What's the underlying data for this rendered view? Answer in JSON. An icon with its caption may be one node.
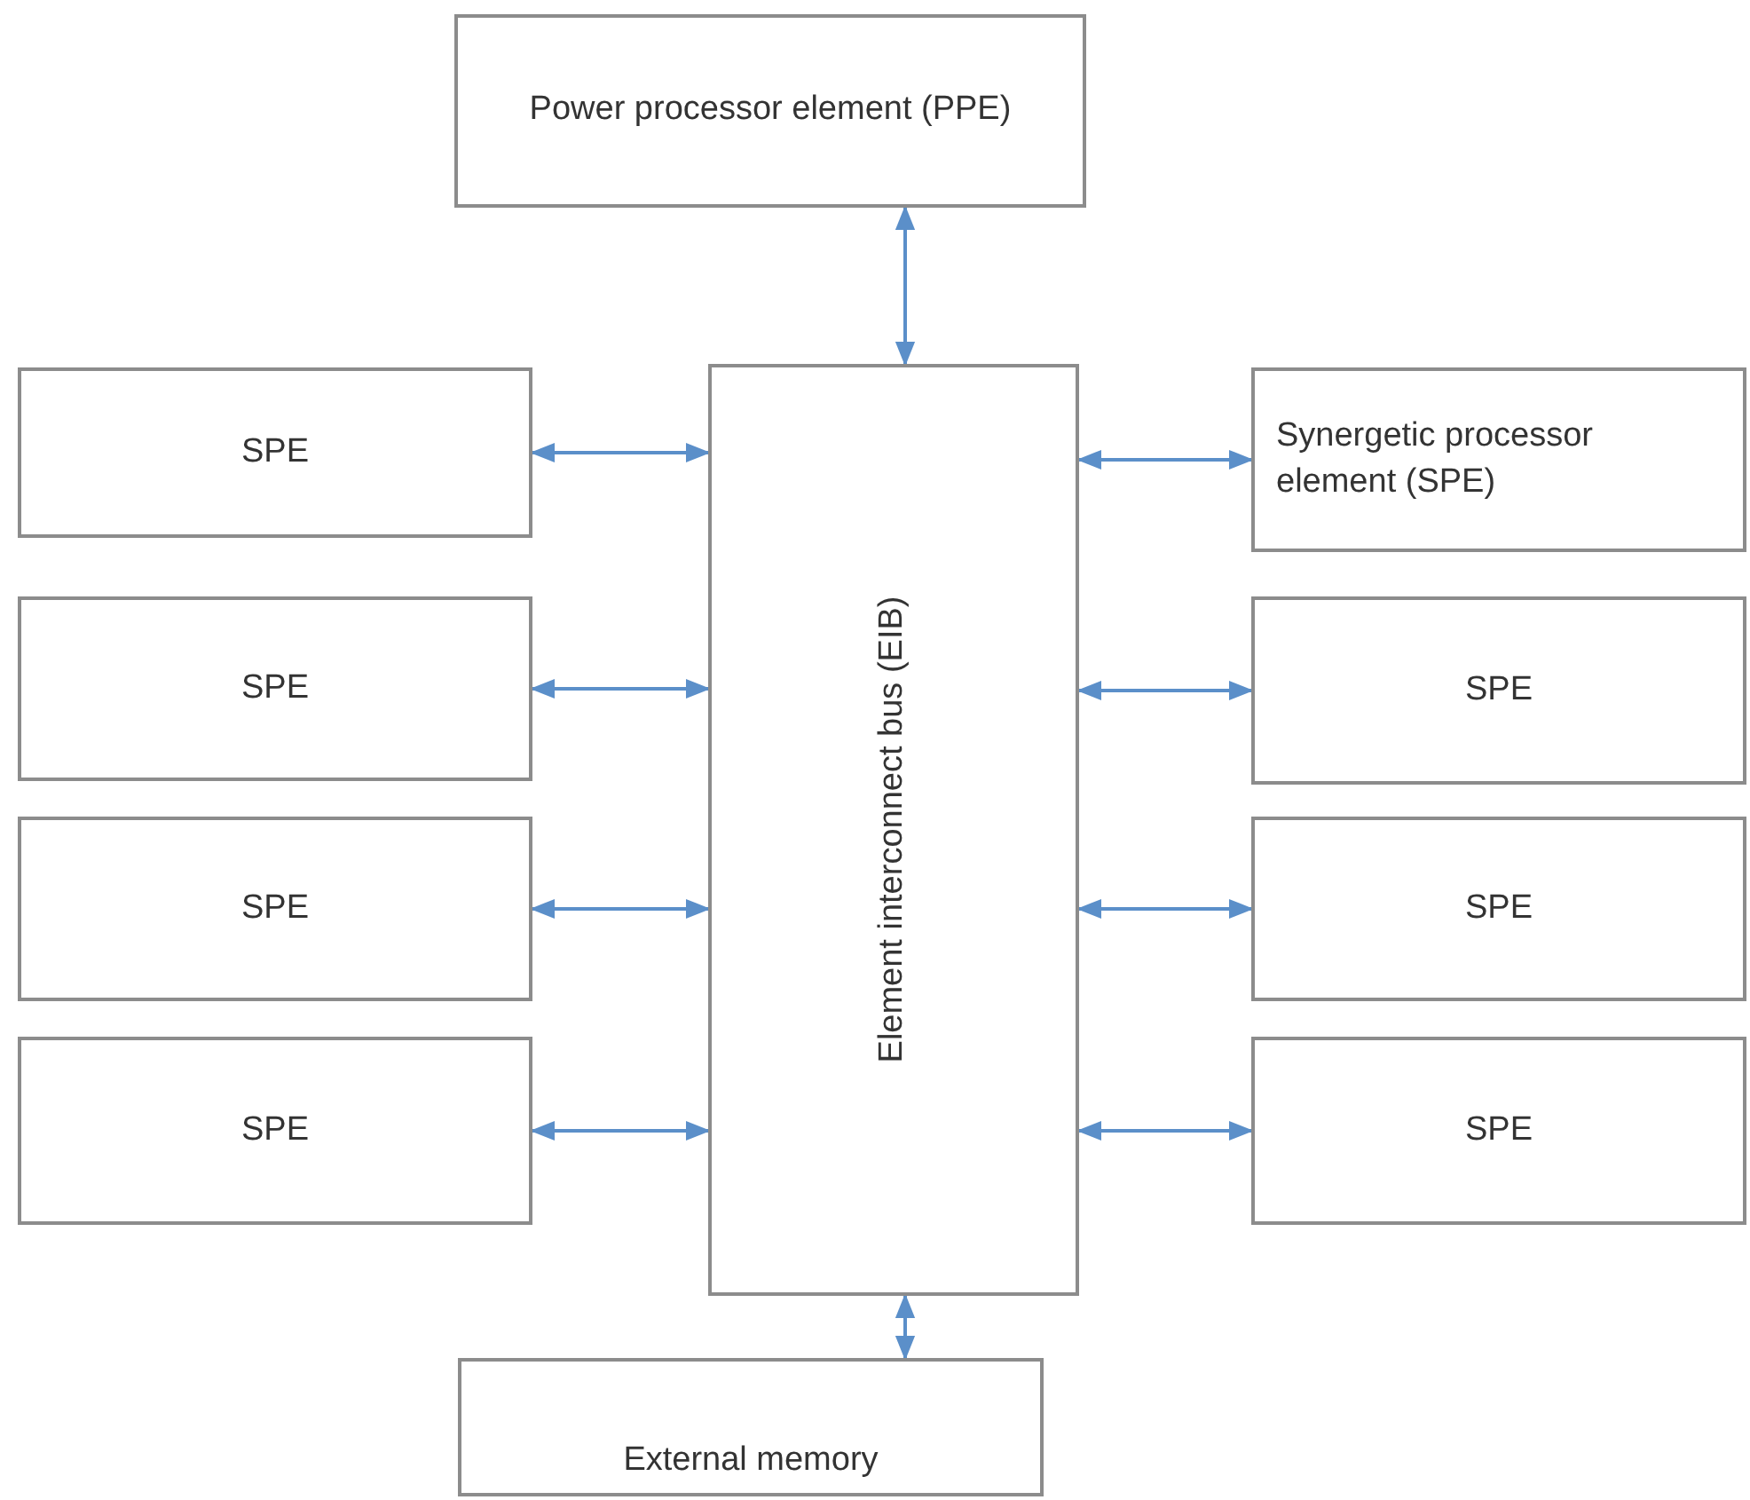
{
  "diagram": {
    "nodes": [
      {
        "text": [
          "Power processor element (PPE)"
        ]
      },
      {
        "text": [
          "SPE"
        ]
      },
      {
        "text": [
          "Element interconnect bus (EIB)"
        ]
      },
      {
        "text": [
          "Synergetic processor element (SPE)"
        ]
      },
      {
        "text": [
          "SPE"
        ]
      },
      {
        "text": [
          "SPE"
        ]
      },
      {
        "text": [
          "SPE"
        ]
      },
      {
        "text": [
          "SPE"
        ]
      },
      {
        "text": [
          "SPE"
        ]
      },
      {
        "text": [
          "SPE"
        ]
      },
      {
        "text": [
          "External memory"
        ]
      }
    ],
    "edges": [
      {
        "from": 0,
        "to": 2,
        "arrow": "both"
      },
      {
        "from": 1,
        "to": 2,
        "arrow": "both"
      },
      {
        "from": 2,
        "to": 3,
        "arrow": "both"
      },
      {
        "from": 4,
        "to": 2,
        "arrow": "both"
      },
      {
        "from": 2,
        "to": 5,
        "arrow": "both"
      },
      {
        "from": 6,
        "to": 2,
        "arrow": "both"
      },
      {
        "from": 2,
        "to": 7,
        "arrow": "both"
      },
      {
        "from": 8,
        "to": 2,
        "arrow": "both"
      },
      {
        "from": 2,
        "to": 9,
        "arrow": "both"
      },
      {
        "from": 2,
        "to": 10,
        "arrow": "both"
      }
    ]
  }
}
